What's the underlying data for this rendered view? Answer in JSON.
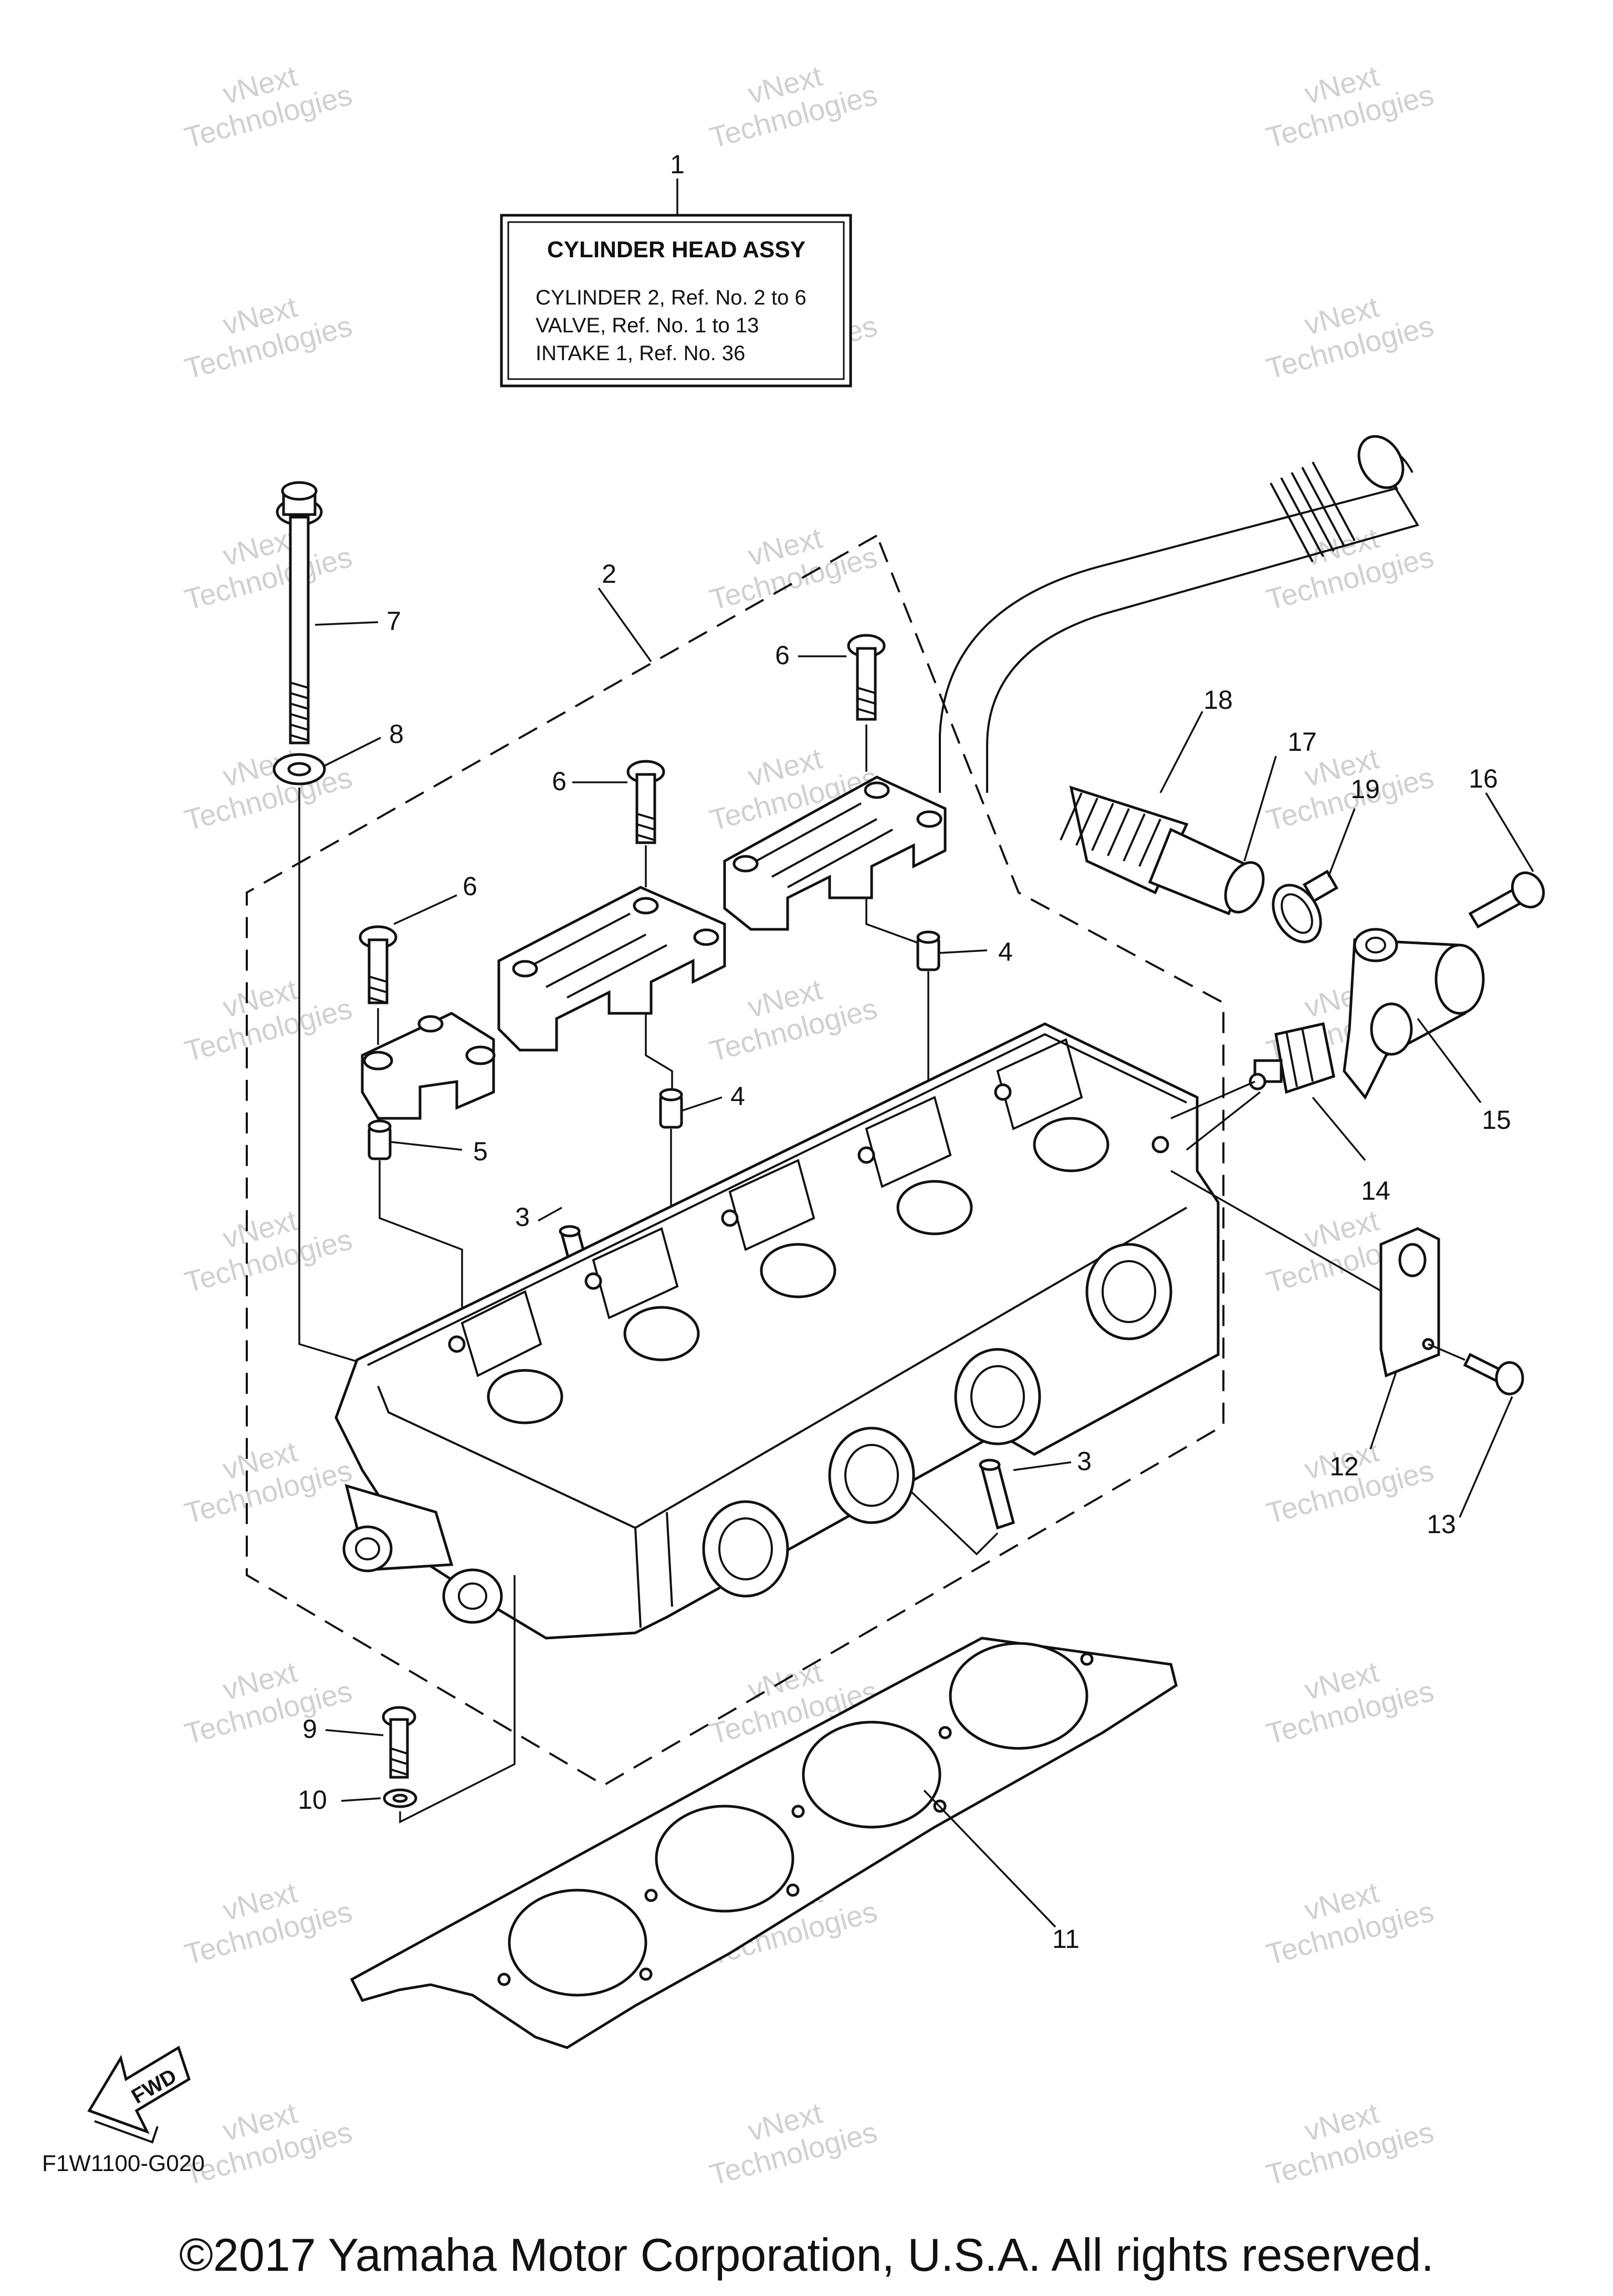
{
  "info_box": {
    "ref": "1",
    "title": "CYLINDER HEAD ASSY",
    "lines": [
      "CYLINDER 2, Ref. No. 2 to 6",
      "VALVE, Ref. No. 1 to 13",
      "INTAKE 1, Ref. No. 36"
    ]
  },
  "callouts": [
    "2",
    "3",
    "3",
    "4",
    "4",
    "5",
    "6",
    "6",
    "6",
    "7",
    "8",
    "9",
    "10",
    "11",
    "12",
    "13",
    "14",
    "15",
    "16",
    "17",
    "18",
    "19"
  ],
  "watermark": {
    "line1": "vNext",
    "line2": "Technologies"
  },
  "fwd_label": "FWD",
  "diagram_code": "F1W1100-G020",
  "copyright": "©2017 Yamaha Motor Corporation, U.S.A. All rights reserved."
}
